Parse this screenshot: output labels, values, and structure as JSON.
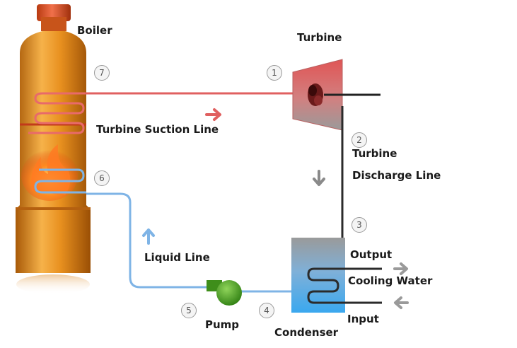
{
  "labels": {
    "boiler": "Boiler",
    "turbine": "Turbine",
    "turbine_suction_line": "Turbine Suction Line",
    "turbine_discharge_line_1": "Turbine",
    "turbine_discharge_line_2": "Discharge Line",
    "liquid_line": "Liquid Line",
    "pump": "Pump",
    "condenser": "Condenser",
    "output": "Output",
    "cooling_water": "Cooling Water",
    "input": "Input"
  },
  "steps": [
    "1",
    "2",
    "3",
    "4",
    "5",
    "6",
    "7"
  ],
  "icons": {
    "flow_arrow_suction": "right-arrow-icon",
    "flow_arrow_discharge": "down-arrow-icon",
    "flow_arrow_liquid": "up-arrow-icon",
    "cooling_out_arrow": "right-arrow-icon",
    "cooling_in_arrow": "left-arrow-icon"
  },
  "colors": {
    "steam_line": "#e06060",
    "liquid_line": "#7fb4e6",
    "discharge_line": "#2b2b2b",
    "boiler": "#e08a1e",
    "condenser": "#5aaee8"
  }
}
